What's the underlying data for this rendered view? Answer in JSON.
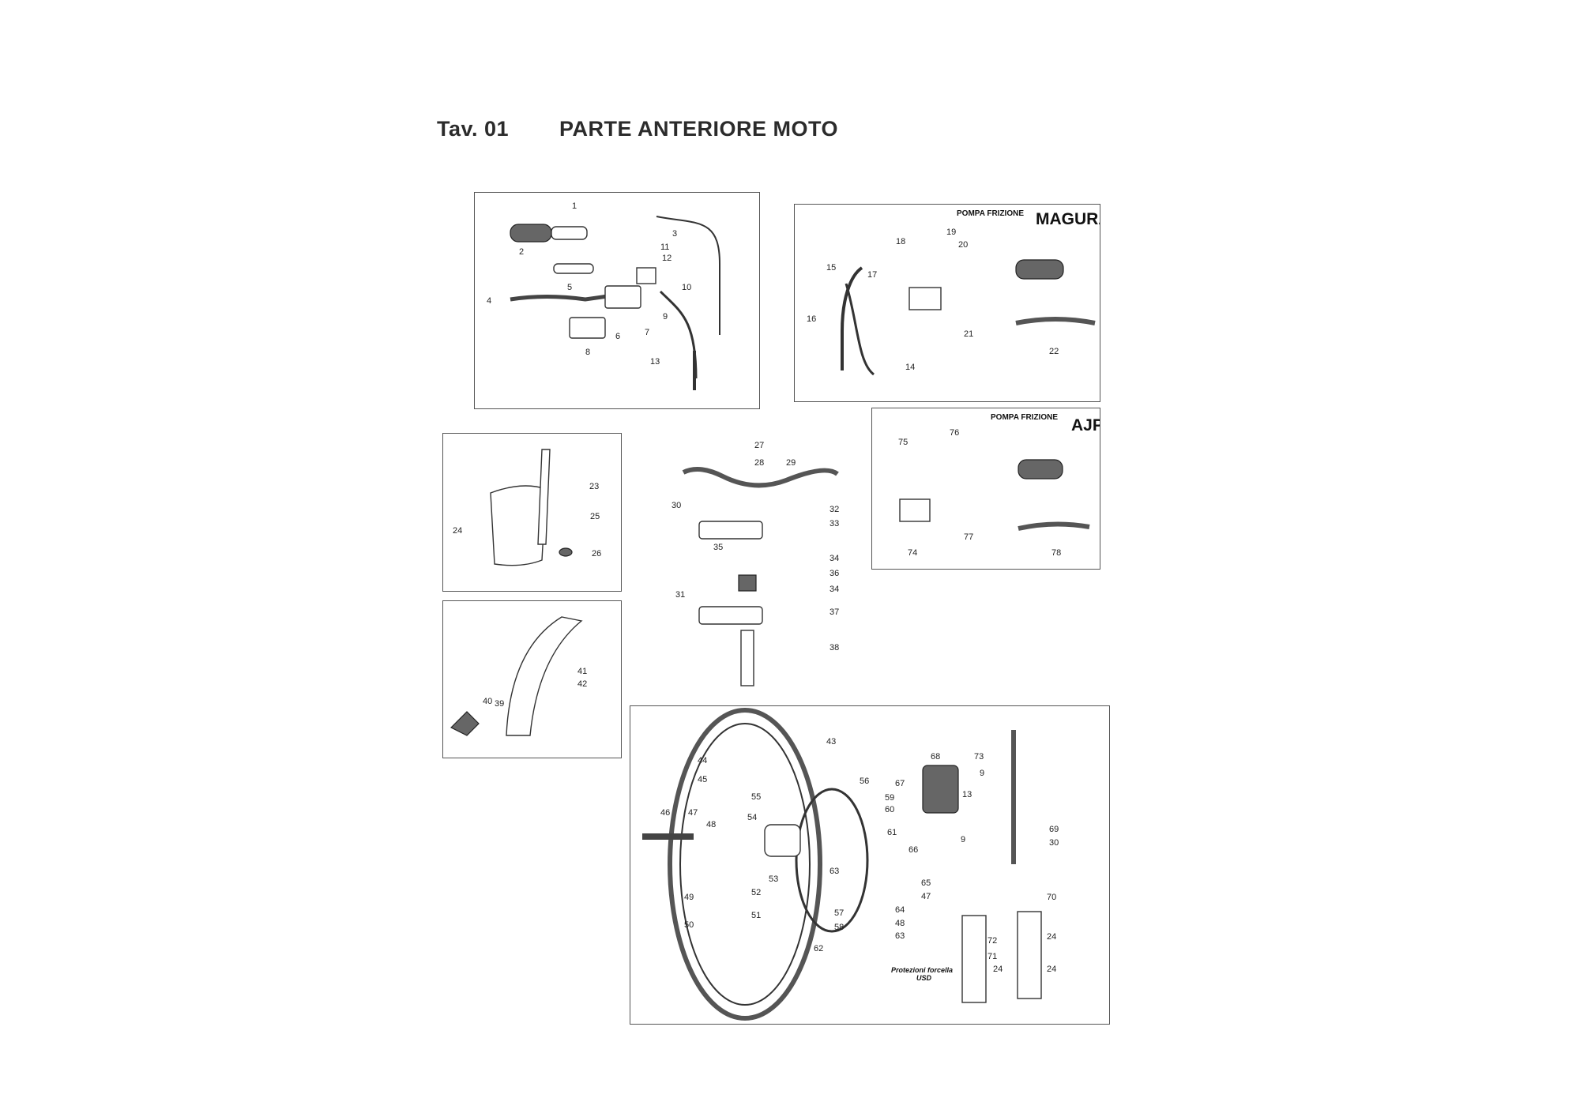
{
  "header": {
    "table_number": "Tav. 01",
    "title": "PARTE ANTERIORE MOTO"
  },
  "panels": {
    "handlebar_left": {
      "callouts": [
        "1",
        "2",
        "3",
        "4",
        "5",
        "6",
        "7",
        "8",
        "9",
        "10",
        "11",
        "12",
        "13"
      ]
    },
    "clutch_magura": {
      "caption_small": "POMPA FRIZIONE",
      "caption_brand": "MAGURA",
      "callouts": [
        "14",
        "15",
        "16",
        "17",
        "18",
        "19",
        "20",
        "21",
        "22"
      ]
    },
    "clutch_ajp": {
      "caption_small": "POMPA FRIZIONE",
      "caption_brand": "AJP",
      "callouts": [
        "74",
        "75",
        "76",
        "77",
        "78"
      ]
    },
    "number_plate": {
      "callouts": [
        "23",
        "24",
        "25",
        "26"
      ]
    },
    "fender": {
      "callouts": [
        "39",
        "40",
        "41",
        "42"
      ]
    },
    "steering": {
      "callouts": [
        "27",
        "28",
        "29",
        "30",
        "31",
        "32",
        "33",
        "34",
        "35",
        "36",
        "34",
        "37",
        "38"
      ]
    },
    "wheel": {
      "callouts": [
        "43",
        "44",
        "45",
        "46",
        "47",
        "48",
        "49",
        "50",
        "51",
        "52",
        "53",
        "54",
        "55",
        "56",
        "57",
        "58",
        "59",
        "60",
        "61",
        "62",
        "63",
        "63",
        "64",
        "65",
        "66",
        "47",
        "48",
        "67",
        "68",
        "73",
        "9",
        "13",
        "9",
        "69",
        "30",
        "70",
        "72",
        "71",
        "24",
        "24",
        "24"
      ],
      "fork_guard_note_line1": "Protezioni forcella",
      "fork_guard_note_line2": "USD"
    }
  }
}
